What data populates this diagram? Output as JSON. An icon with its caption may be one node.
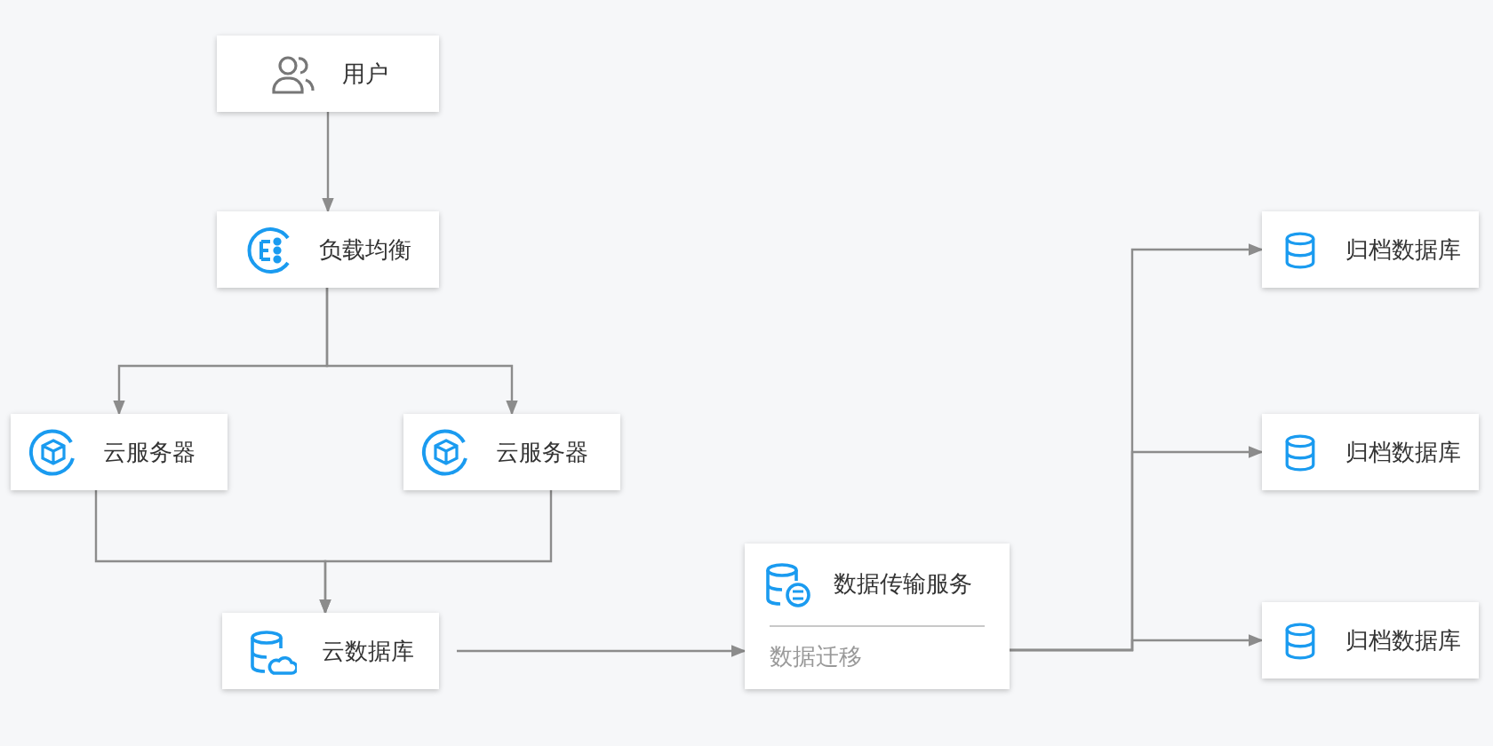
{
  "diagram": {
    "nodes": [
      {
        "text": [
          "用户"
        ]
      },
      {
        "text": [
          "负载均衡"
        ]
      },
      {
        "text": [
          "云服务器"
        ]
      },
      {
        "text": [
          "云服务器"
        ]
      },
      {
        "text": [
          "云数据库"
        ]
      },
      {
        "text": [
          "数据传输服务",
          "数据迁移"
        ]
      },
      {
        "text": [
          "归档数据库"
        ]
      },
      {
        "text": [
          "归档数据库"
        ]
      },
      {
        "text": [
          "归档数据库"
        ]
      }
    ],
    "edges": [
      {
        "from": 0,
        "to": 1,
        "arrow": "to"
      },
      {
        "from": 1,
        "to": 2,
        "arrow": "to"
      },
      {
        "from": 1,
        "to": 3,
        "arrow": "to"
      },
      {
        "from": 2,
        "to": 4,
        "arrow": "to"
      },
      {
        "from": 3,
        "to": 4,
        "arrow": "to"
      },
      {
        "from": 4,
        "to": 5,
        "arrow": "to"
      },
      {
        "from": 5,
        "to": 6,
        "arrow": "to"
      },
      {
        "from": 5,
        "to": 7,
        "arrow": "to"
      },
      {
        "from": 5,
        "to": 8,
        "arrow": "to"
      }
    ]
  }
}
